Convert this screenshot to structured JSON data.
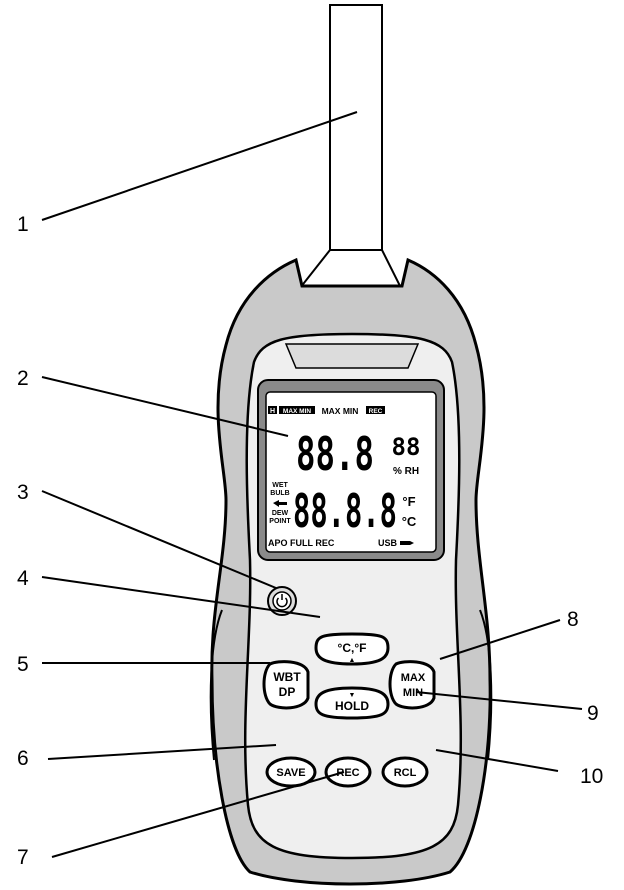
{
  "callouts": [
    "1",
    "2",
    "3",
    "4",
    "5",
    "6",
    "7",
    "8",
    "9",
    "10"
  ],
  "lcd": {
    "badge_h": "H",
    "badge_left": "MAX MIN",
    "top_text": "MAX MIN",
    "badge_right": "REC",
    "humidity": "88.8",
    "humidity_small": "88",
    "humidity_unit": "% RH",
    "wet": "WET",
    "bulb": "BULB",
    "dew": "DEW",
    "point": "POINT",
    "temperature": "88.8.8",
    "unit_f": "°F",
    "unit_c": "°C",
    "bottom_left": "APO FULL REC",
    "bottom_right": "USB"
  },
  "buttons": {
    "unit_label": "°C,°F",
    "up_arrow": "▲",
    "wbt": "WBT",
    "dp": "DP",
    "max": "MAX",
    "min": "MIN",
    "down_arrow": "▼",
    "hold": "HOLD",
    "save": "SAVE",
    "rec": "REC",
    "rcl": "RCL"
  }
}
